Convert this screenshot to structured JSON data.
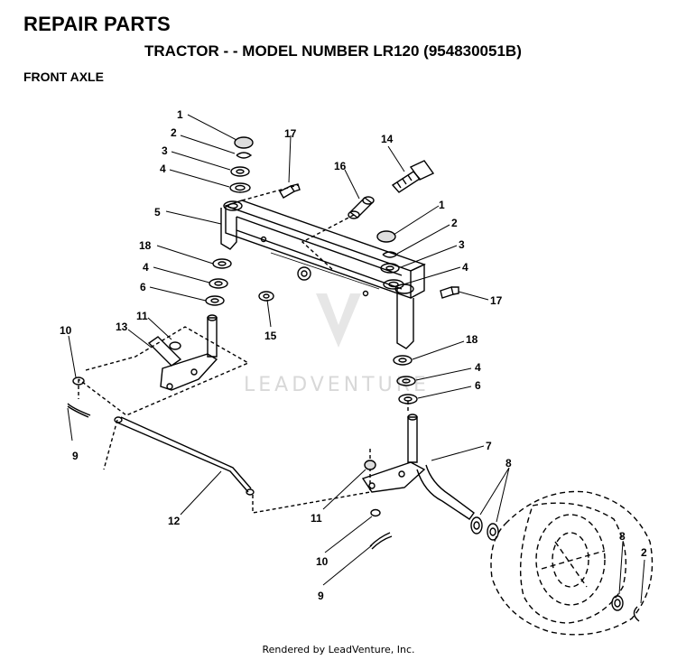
{
  "header": {
    "title": "REPAIR PARTS",
    "subtitle": "TRACTOR - - MODEL NUMBER LR120 (954830051B)",
    "section": "FRONT AXLE"
  },
  "watermark": "LEADVENTURE",
  "footer": "Rendered by LeadVenture, Inc.",
  "callouts": [
    {
      "id": "c1a",
      "text": "1"
    },
    {
      "id": "c2a",
      "text": "2"
    },
    {
      "id": "c3a",
      "text": "3"
    },
    {
      "id": "c4a",
      "text": "4"
    },
    {
      "id": "c5",
      "text": "5"
    },
    {
      "id": "c18a",
      "text": "18"
    },
    {
      "id": "c4b",
      "text": "4"
    },
    {
      "id": "c6a",
      "text": "6"
    },
    {
      "id": "c10a",
      "text": "10"
    },
    {
      "id": "c13",
      "text": "13"
    },
    {
      "id": "c11a",
      "text": "11"
    },
    {
      "id": "c9a",
      "text": "9"
    },
    {
      "id": "c12",
      "text": "12"
    },
    {
      "id": "c17a",
      "text": "17"
    },
    {
      "id": "c16",
      "text": "16"
    },
    {
      "id": "c14",
      "text": "14"
    },
    {
      "id": "c1b",
      "text": "1"
    },
    {
      "id": "c2b",
      "text": "2"
    },
    {
      "id": "c3b",
      "text": "3"
    },
    {
      "id": "c4c",
      "text": "4"
    },
    {
      "id": "c17b",
      "text": "17"
    },
    {
      "id": "c15",
      "text": "15"
    },
    {
      "id": "c18b",
      "text": "18"
    },
    {
      "id": "c4d",
      "text": "4"
    },
    {
      "id": "c6b",
      "text": "6"
    },
    {
      "id": "c7",
      "text": "7"
    },
    {
      "id": "c8a",
      "text": "8"
    },
    {
      "id": "c11b",
      "text": "11"
    },
    {
      "id": "c10b",
      "text": "10"
    },
    {
      "id": "c9b",
      "text": "9"
    },
    {
      "id": "c8b",
      "text": "8"
    },
    {
      "id": "c2c",
      "text": "2"
    }
  ]
}
